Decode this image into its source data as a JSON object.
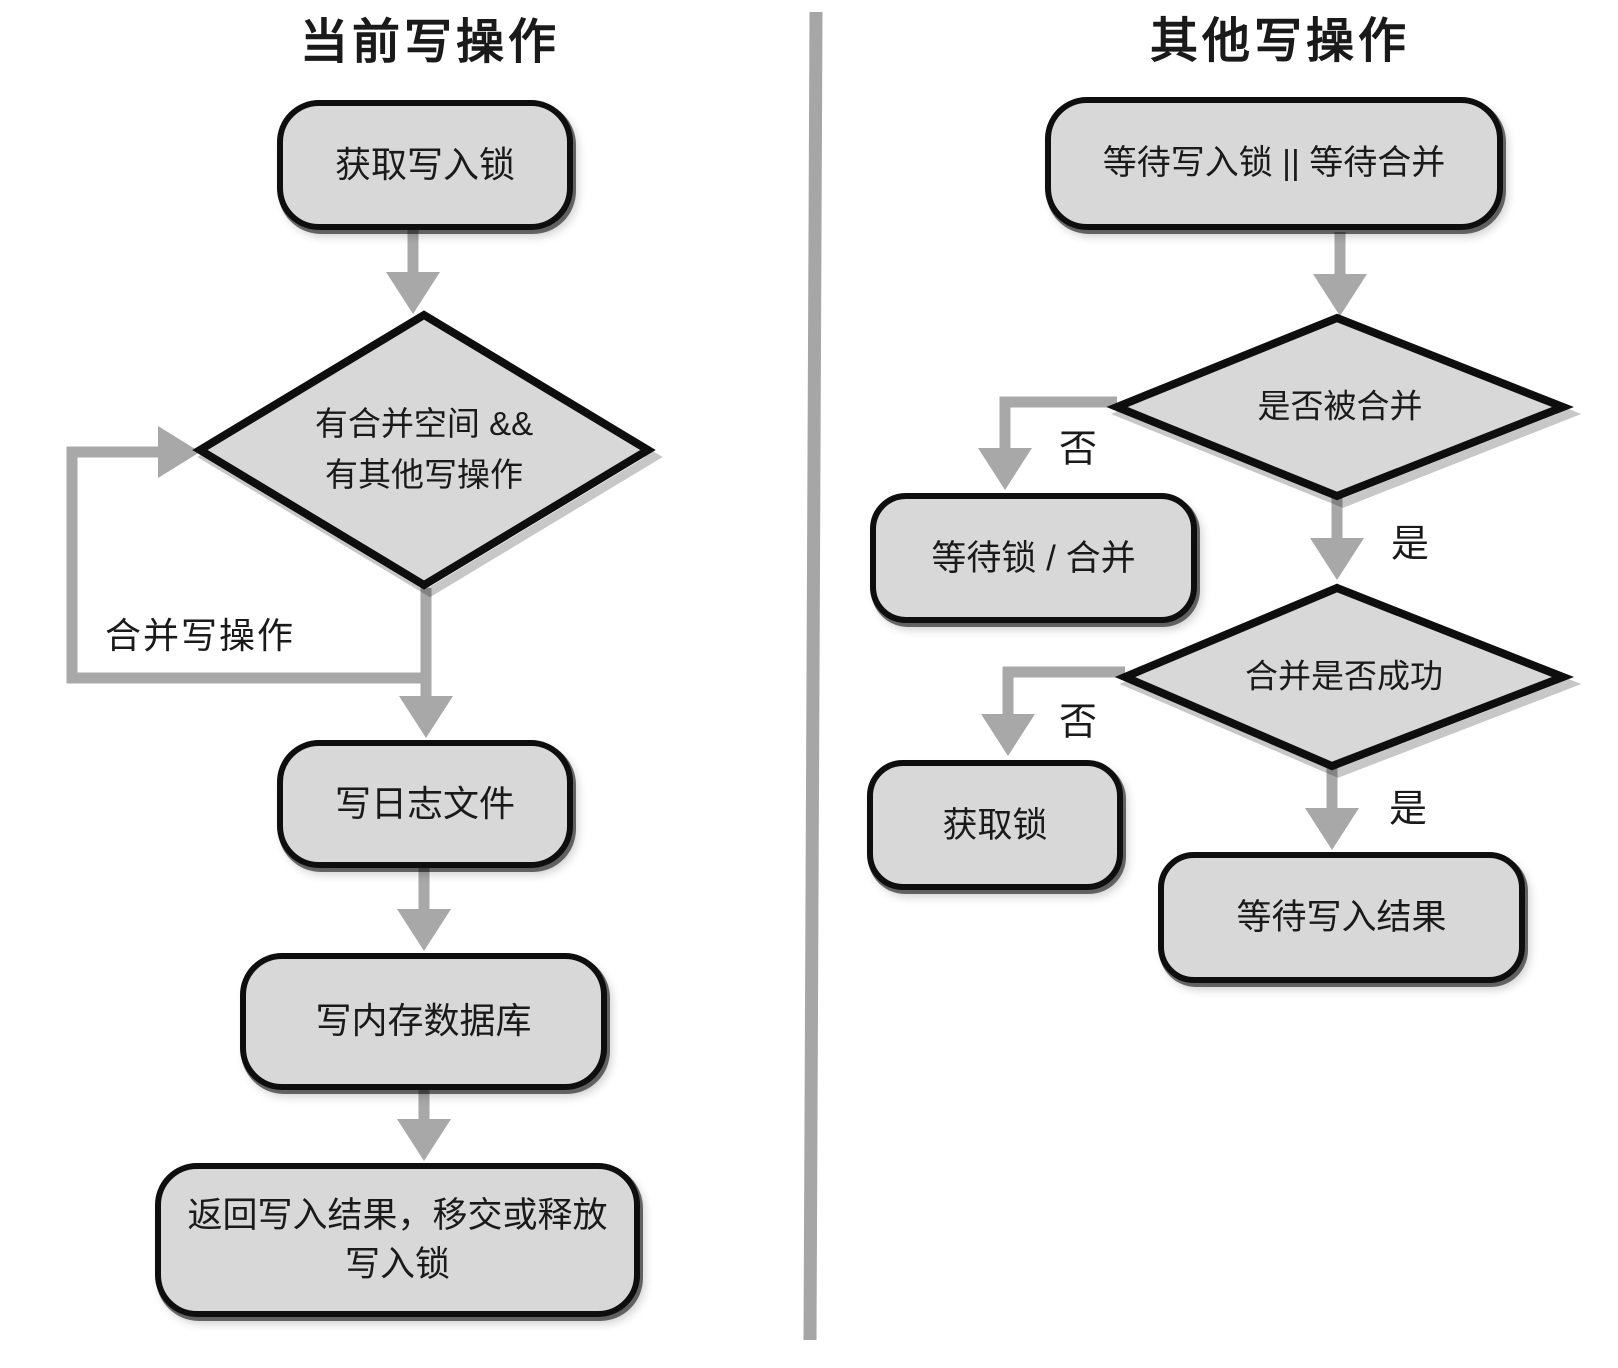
{
  "diagram": {
    "left": {
      "title": "当前写操作",
      "nodes": {
        "acquire_write_lock": "获取写入锁",
        "decision_line1": "有合并空间 &&",
        "decision_line2": "有其他写操作",
        "write_log_file": "写日志文件",
        "write_memory_db": "写内存数据库",
        "return_result": "返回写入结果，移交或释放写入锁"
      },
      "edge_labels": {
        "merge_loop": "合并写操作"
      }
    },
    "right": {
      "title": "其他写操作",
      "nodes": {
        "wait_write_lock_or_merge": "等待写入锁 || 等待合并",
        "decision_is_merged": "是否被合并",
        "wait_lock_slash_merge": "等待锁 / 合并",
        "decision_merge_success": "合并是否成功",
        "acquire_lock": "获取锁",
        "wait_write_result": "等待写入结果"
      },
      "edge_labels": {
        "no_1": "否",
        "yes_1": "是",
        "no_2": "否",
        "yes_2": "是"
      }
    },
    "colors": {
      "node_fill": "#d8d8d8",
      "node_border": "#0e0e0e",
      "arrow": "#a8a8a8",
      "divider": "#a6a6a6",
      "text": "#1a1a1a"
    }
  }
}
